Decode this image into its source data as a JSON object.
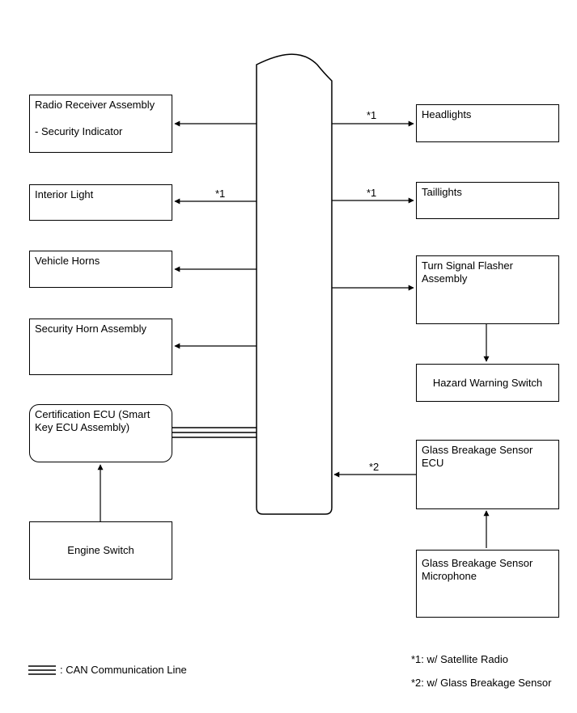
{
  "blocks": {
    "radio_receiver": {
      "title": "Radio Receiver Assembly",
      "sub": "- Security Indicator"
    },
    "interior_light": "Interior Light",
    "vehicle_horns": "Vehicle Horns",
    "security_horn": "Security Horn Assembly",
    "certification_ecu": {
      "line1": "Certification ECU (Smart",
      "line2": "Key ECU Assembly)"
    },
    "engine_switch": "Engine Switch",
    "headlights": "Headlights",
    "taillights": "Taillights",
    "turn_signal": {
      "line1": "Turn Signal Flasher",
      "line2": "Assembly"
    },
    "hazard_switch": "Hazard Warning Switch",
    "glass_ecu": {
      "line1": "Glass Breakage Sensor",
      "line2": "ECU"
    },
    "glass_mic": {
      "line1": "Glass Breakage Sensor",
      "line2": "Microphone"
    }
  },
  "arrow_notes": {
    "headlights": "*1",
    "taillights": "*1",
    "interior_light": "*1",
    "glass_ecu": "*2"
  },
  "legend": {
    "can_line": ": CAN Communication Line"
  },
  "footnotes": {
    "note1": "*1: w/ Satellite Radio",
    "note2": "*2: w/ Glass Breakage Sensor"
  }
}
